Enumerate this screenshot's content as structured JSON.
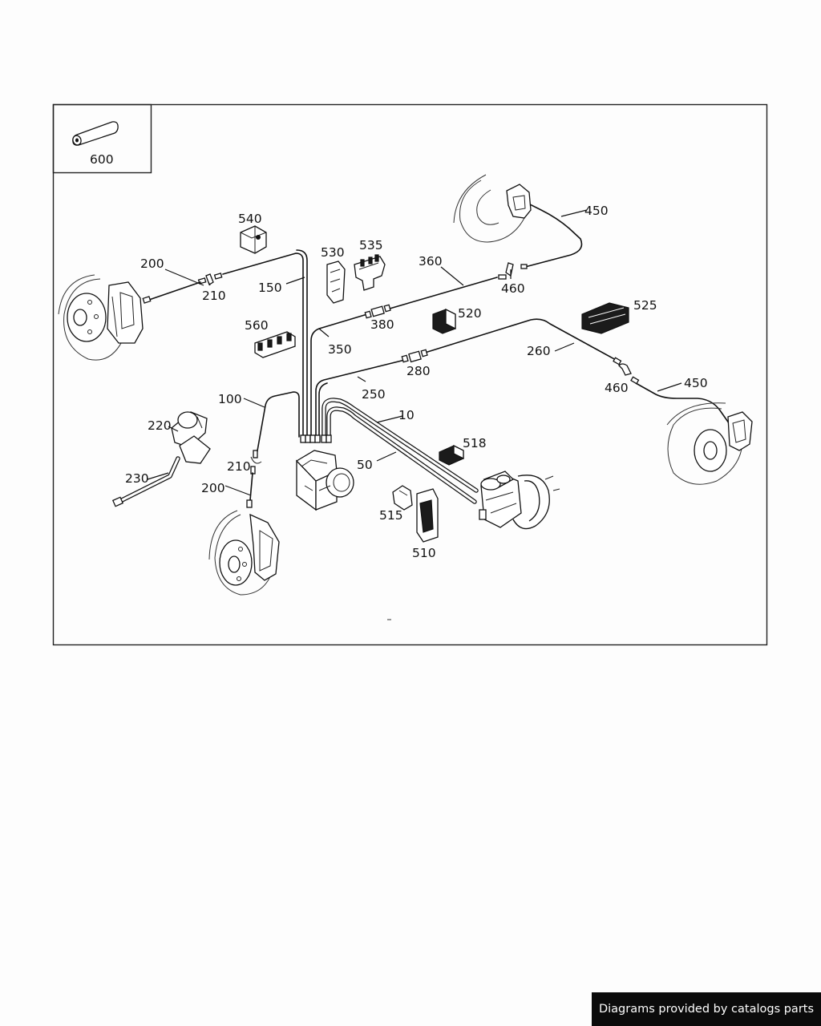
{
  "inset_label": "600",
  "labels": {
    "l10": "10",
    "l50": "50",
    "l100": "100",
    "l150": "150",
    "l200_left": "200",
    "l200_bottom": "200",
    "l210_left": "210",
    "l210_bottom": "210",
    "l220": "220",
    "l230": "230",
    "l250": "250",
    "l260": "260",
    "l280": "280",
    "l350": "350",
    "l360": "360",
    "l380": "380",
    "l450_top": "450",
    "l450_right": "450",
    "l460_top": "460",
    "l460_right": "460",
    "l510": "510",
    "l515": "515",
    "l518": "518",
    "l520": "520",
    "l525": "525",
    "l530": "530",
    "l535": "535",
    "l540": "540",
    "l560": "560"
  },
  "footer": {
    "credit": "Diagrams provided by catalogs parts"
  }
}
